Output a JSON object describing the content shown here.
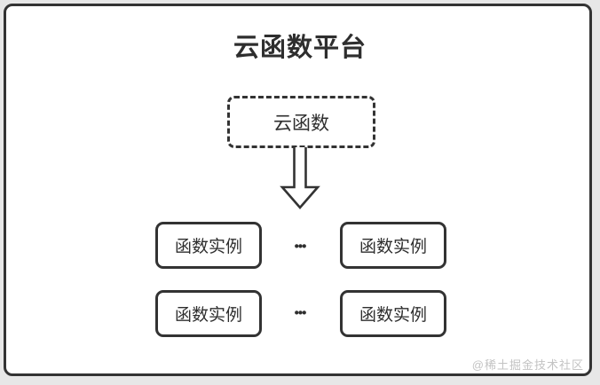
{
  "page": {
    "background_color": "#e7e7e7",
    "card_background": "#ffffff",
    "border_color": "#333333",
    "text_color": "#2e2e2e",
    "watermark_color": "#c3c3c3"
  },
  "diagram": {
    "title": "云函数平台",
    "platform_box": {
      "label": "云函数"
    },
    "arrow_icon": "down-arrow",
    "rows": [
      {
        "left": "函数实例",
        "dots": "•••",
        "right": "函数实例"
      },
      {
        "left": "函数实例",
        "dots": "•••",
        "right": "函数实例"
      }
    ],
    "watermark": "@稀土掘金技术社区"
  }
}
